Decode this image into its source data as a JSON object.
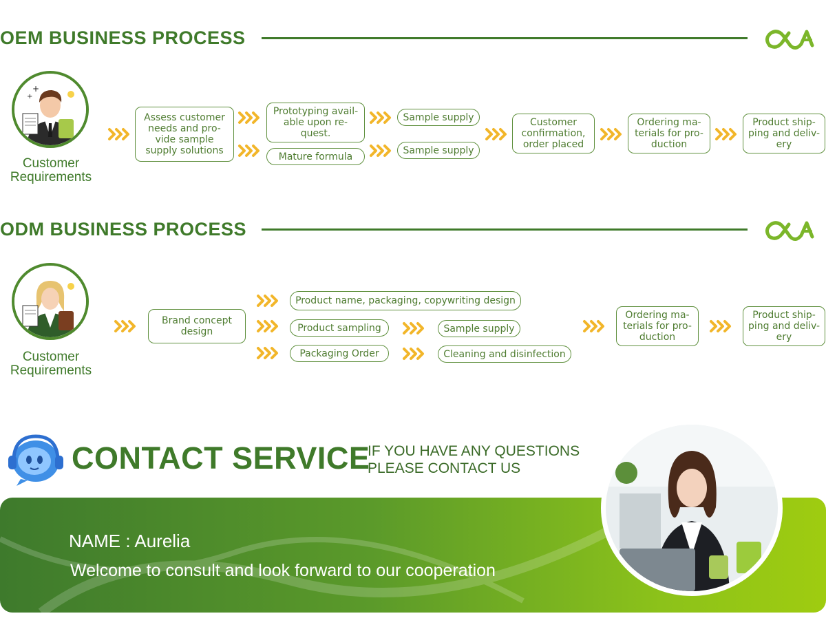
{
  "colors": {
    "brand_green": "#3f7a2a",
    "box_border": "#5e8f3c",
    "arrow_yellow": "#f2b62a",
    "banner_end": "#9fcc10"
  },
  "icons": {
    "arrow": "triple-chevron-right-icon",
    "logo": "oxa-logo",
    "avatar_male": "businessman-avatar",
    "avatar_female": "businesswoman-avatar",
    "chat": "chatbot-headset-icon"
  },
  "oem": {
    "title": "OEM BUSINESS PROCESS",
    "customer_label": "Customer\nRequirements",
    "steps": {
      "assess": "Assess customer\nneeds and pro-\nvide sample\nsupply solutions",
      "prototyping": "Prototyping avail-\nable upon re-\nquest.",
      "mature": "Mature formula",
      "sample1": "Sample supply",
      "sample2": "Sample supply",
      "confirm": "Customer\nconfirmation,\norder placed",
      "ordering": "Ordering ma-\nterials for pro-\nduction",
      "shipping": "Product ship-\nping and deliv-\nery"
    }
  },
  "odm": {
    "title": "ODM BUSINESS PROCESS",
    "customer_label": "Customer\nRequirements",
    "steps": {
      "brand": "Brand concept\ndesign",
      "product_name": "Product name, packaging, copywriting design",
      "sampling": "Product sampling",
      "packaging": "Packaging Order",
      "sample_supply": "Sample supply",
      "cleaning": "Cleaning and disinfection",
      "ordering": "Ordering ma-\nterials for pro-\nduction",
      "shipping": "Product ship-\nping and deliv-\nery"
    }
  },
  "contact": {
    "title": "CONTACT SERVICE",
    "subtitle": "IF YOU HAVE ANY QUESTIONS\nPLEASE CONTACT US",
    "name": "NAME : Aurelia",
    "welcome": "Welcome to consult and look forward to our cooperation"
  }
}
